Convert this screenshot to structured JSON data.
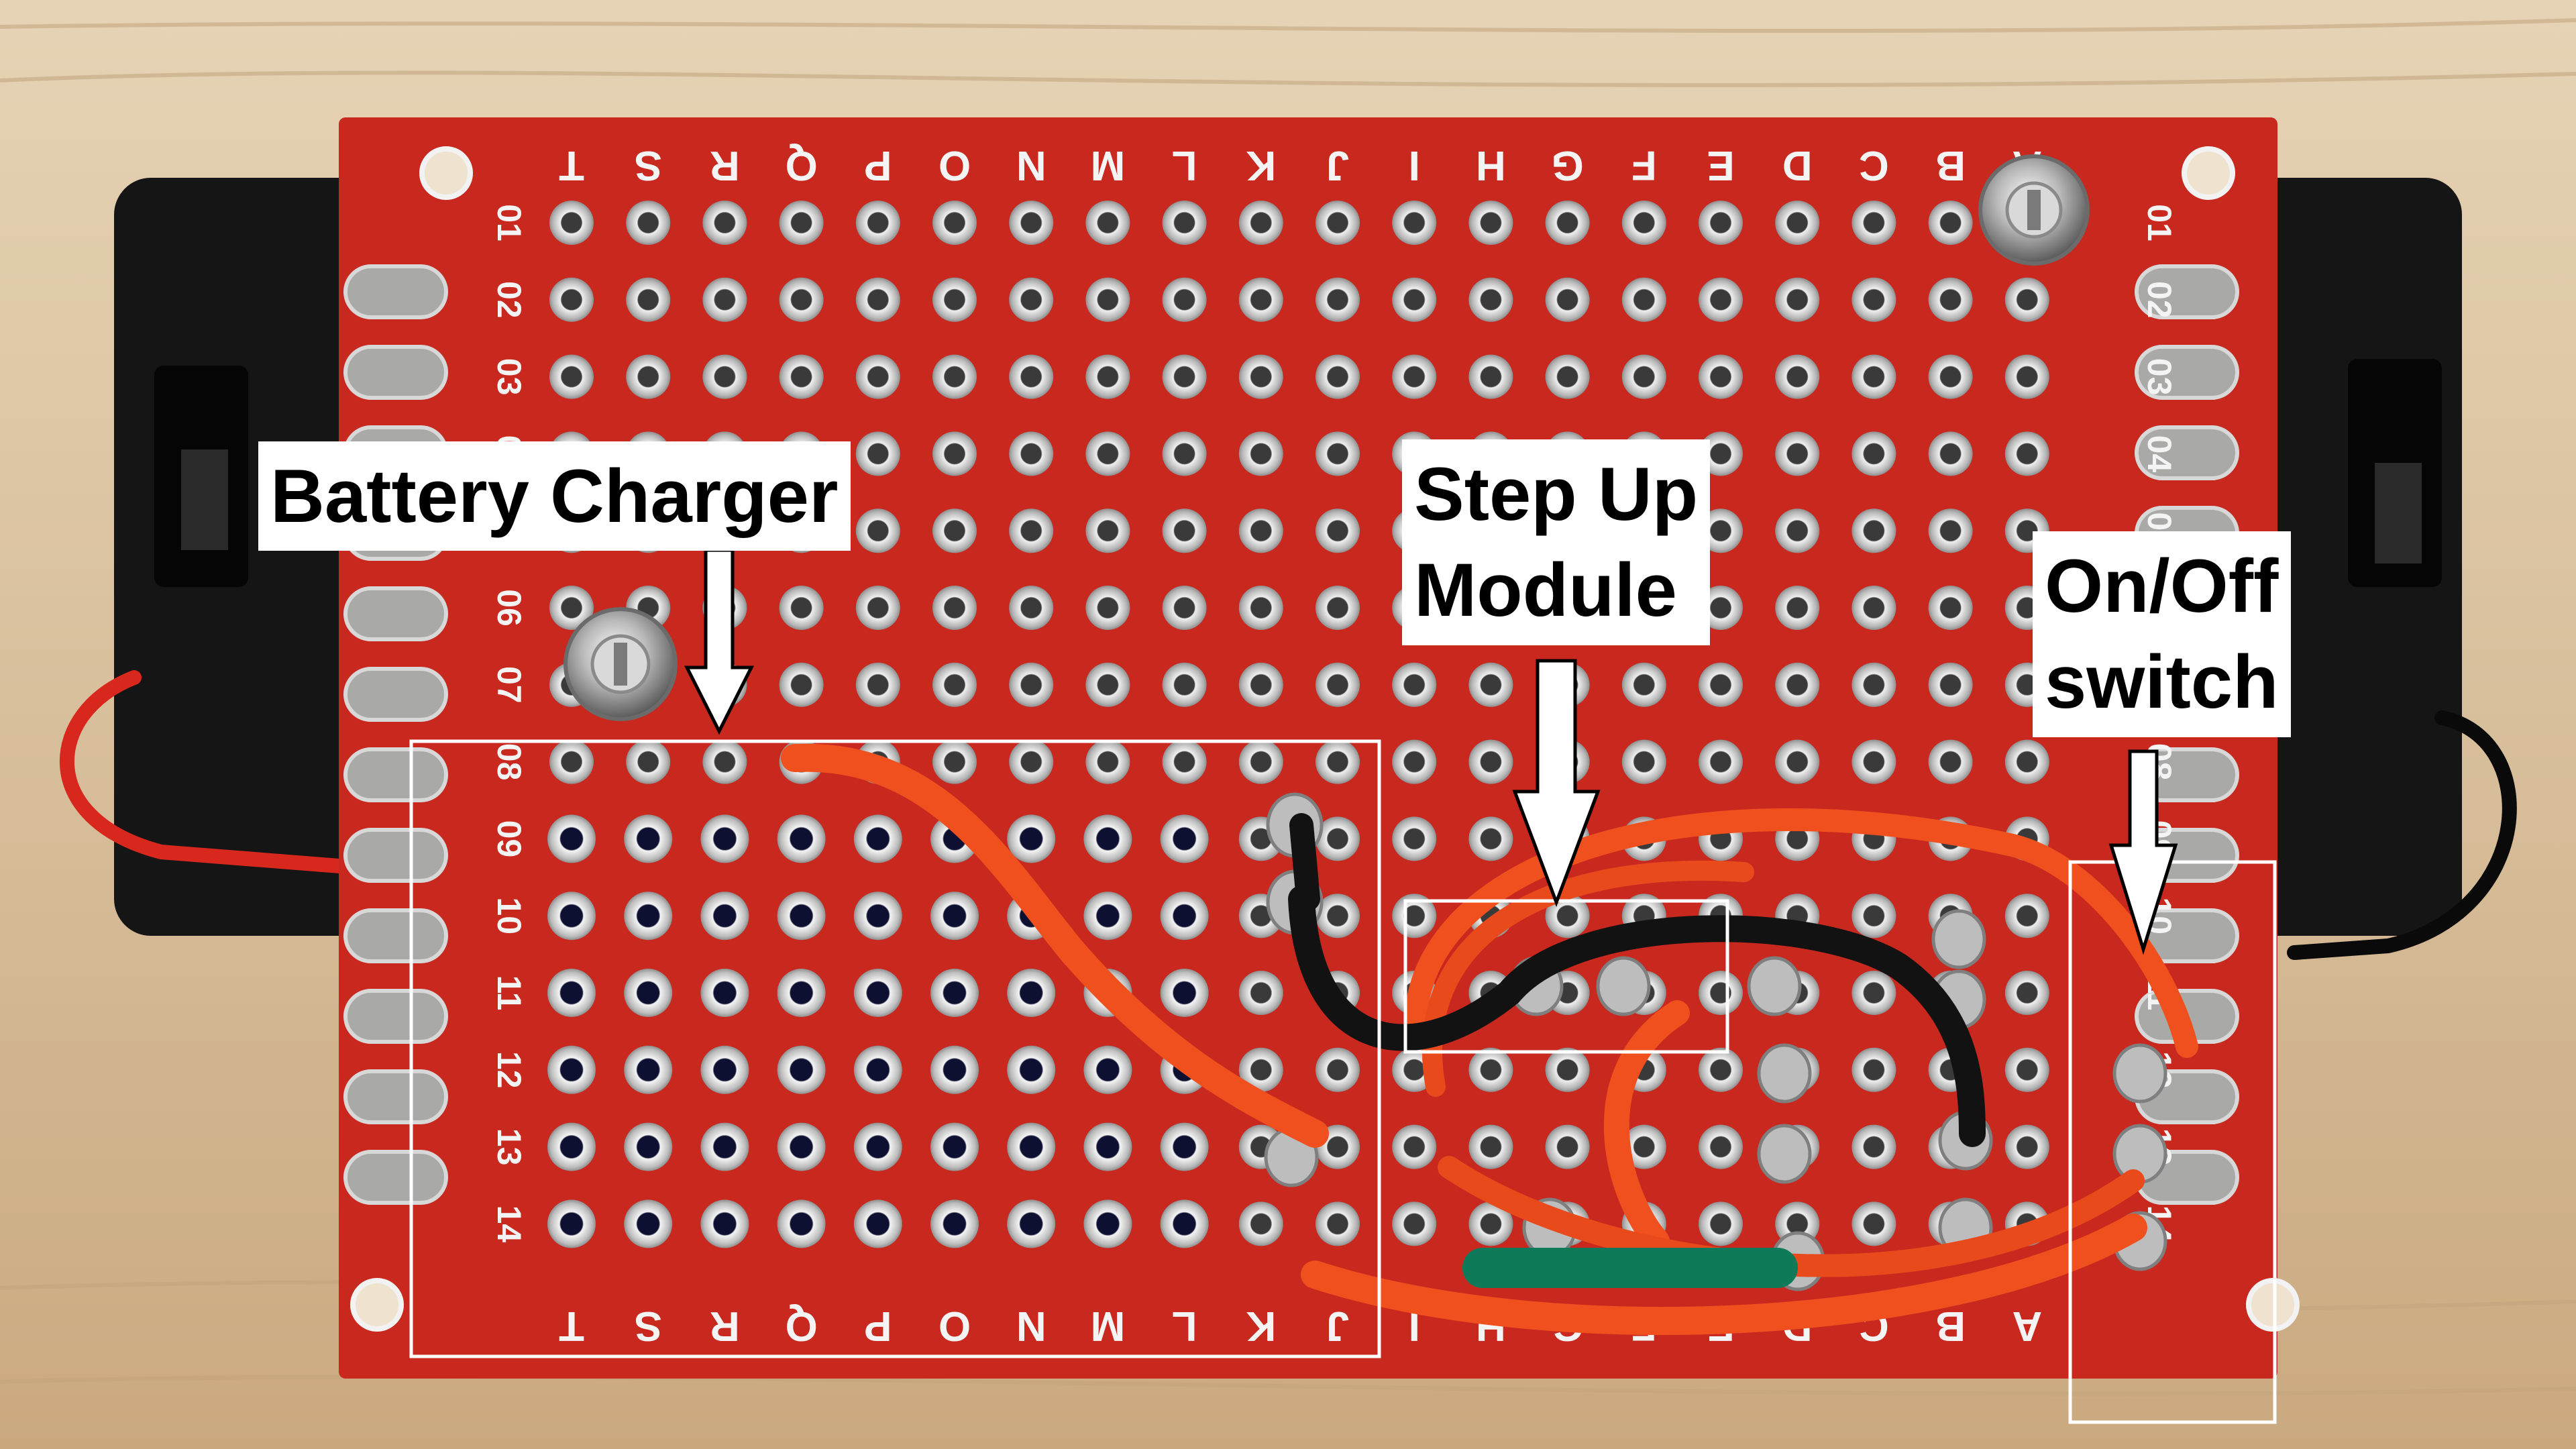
{
  "annotations": {
    "battery_charger": "Battery Charger",
    "step_up_line1": "Step Up",
    "step_up_line2": "Module",
    "switch_line1": "On/Off",
    "switch_line2": "switch"
  },
  "board": {
    "column_letters": [
      "T",
      "S",
      "R",
      "Q",
      "P",
      "O",
      "N",
      "M",
      "L",
      "K",
      "J",
      "I",
      "H",
      "G",
      "F",
      "E",
      "D",
      "C",
      "B",
      "A"
    ],
    "row_numbers": [
      "01",
      "02",
      "03",
      "04",
      "05",
      "06",
      "07",
      "08",
      "09",
      "10",
      "11",
      "12",
      "13",
      "14"
    ]
  },
  "colors": {
    "pcb": "#c8281e",
    "wood": "#d9c3a3",
    "battery_holder": "#151515",
    "wire_orange": "#f0501e",
    "wire_black": "#121212",
    "wire_green": "#0f7a5a",
    "solder": "#c9c9c9"
  }
}
